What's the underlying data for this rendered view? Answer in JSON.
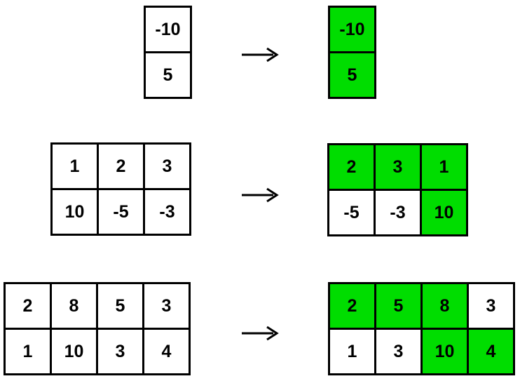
{
  "colors": {
    "highlight_green": "#00dd00",
    "cell_background": "#ffffff",
    "grid_border": "#000000",
    "text": "#000000"
  },
  "icons": {
    "arrow": "right-arrow"
  },
  "examples": [
    {
      "label": "example-1",
      "input": {
        "rows": [
          [
            {
              "value": "-10",
              "highlighted": false
            }
          ],
          [
            {
              "value": "5",
              "highlighted": false
            }
          ]
        ]
      },
      "output": {
        "rows": [
          [
            {
              "value": "-10",
              "highlighted": true
            }
          ],
          [
            {
              "value": "5",
              "highlighted": true
            }
          ]
        ]
      }
    },
    {
      "label": "example-2",
      "input": {
        "rows": [
          [
            {
              "value": "1",
              "highlighted": false
            },
            {
              "value": "2",
              "highlighted": false
            },
            {
              "value": "3",
              "highlighted": false
            }
          ],
          [
            {
              "value": "10",
              "highlighted": false
            },
            {
              "value": "-5",
              "highlighted": false
            },
            {
              "value": "-3",
              "highlighted": false
            }
          ]
        ]
      },
      "output": {
        "rows": [
          [
            {
              "value": "2",
              "highlighted": true
            },
            {
              "value": "3",
              "highlighted": true
            },
            {
              "value": "1",
              "highlighted": true
            }
          ],
          [
            {
              "value": "-5",
              "highlighted": false
            },
            {
              "value": "-3",
              "highlighted": false
            },
            {
              "value": "10",
              "highlighted": true
            }
          ]
        ]
      }
    },
    {
      "label": "example-3",
      "input": {
        "rows": [
          [
            {
              "value": "2",
              "highlighted": false
            },
            {
              "value": "8",
              "highlighted": false
            },
            {
              "value": "5",
              "highlighted": false
            },
            {
              "value": "3",
              "highlighted": false
            }
          ],
          [
            {
              "value": "1",
              "highlighted": false
            },
            {
              "value": "10",
              "highlighted": false
            },
            {
              "value": "3",
              "highlighted": false
            },
            {
              "value": "4",
              "highlighted": false
            }
          ]
        ]
      },
      "output": {
        "rows": [
          [
            {
              "value": "2",
              "highlighted": true
            },
            {
              "value": "5",
              "highlighted": true
            },
            {
              "value": "8",
              "highlighted": true
            },
            {
              "value": "3",
              "highlighted": false
            }
          ],
          [
            {
              "value": "1",
              "highlighted": false
            },
            {
              "value": "3",
              "highlighted": false
            },
            {
              "value": "10",
              "highlighted": true
            },
            {
              "value": "4",
              "highlighted": true
            }
          ]
        ]
      }
    }
  ]
}
